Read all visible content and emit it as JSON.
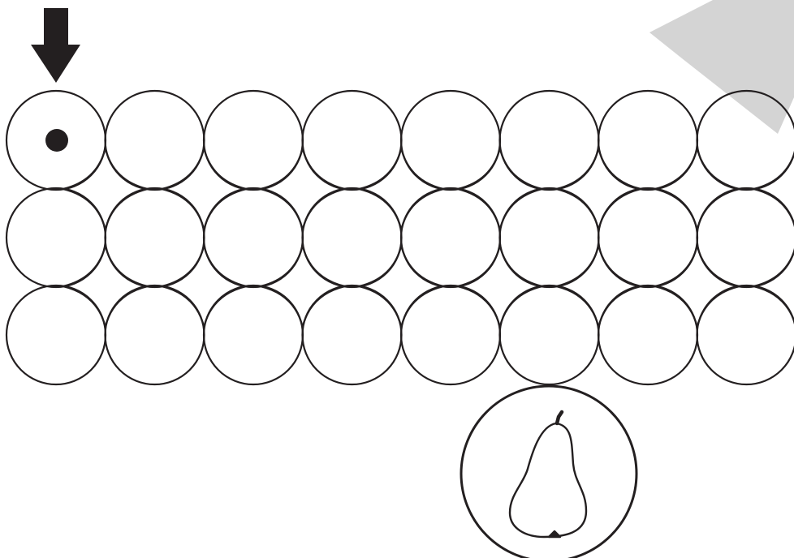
{
  "puzzle": {
    "type": "maze",
    "grid": {
      "rows": 3,
      "cols": 8
    },
    "start": {
      "marker": "down-arrow-icon",
      "token": "dot",
      "row": 1,
      "col": 1
    },
    "goal": {
      "icon": "pear-icon",
      "below_col": 6
    }
  },
  "colors": {
    "line": "#231f20",
    "background": "#ffffff",
    "watermark": "#d4d4d4"
  }
}
